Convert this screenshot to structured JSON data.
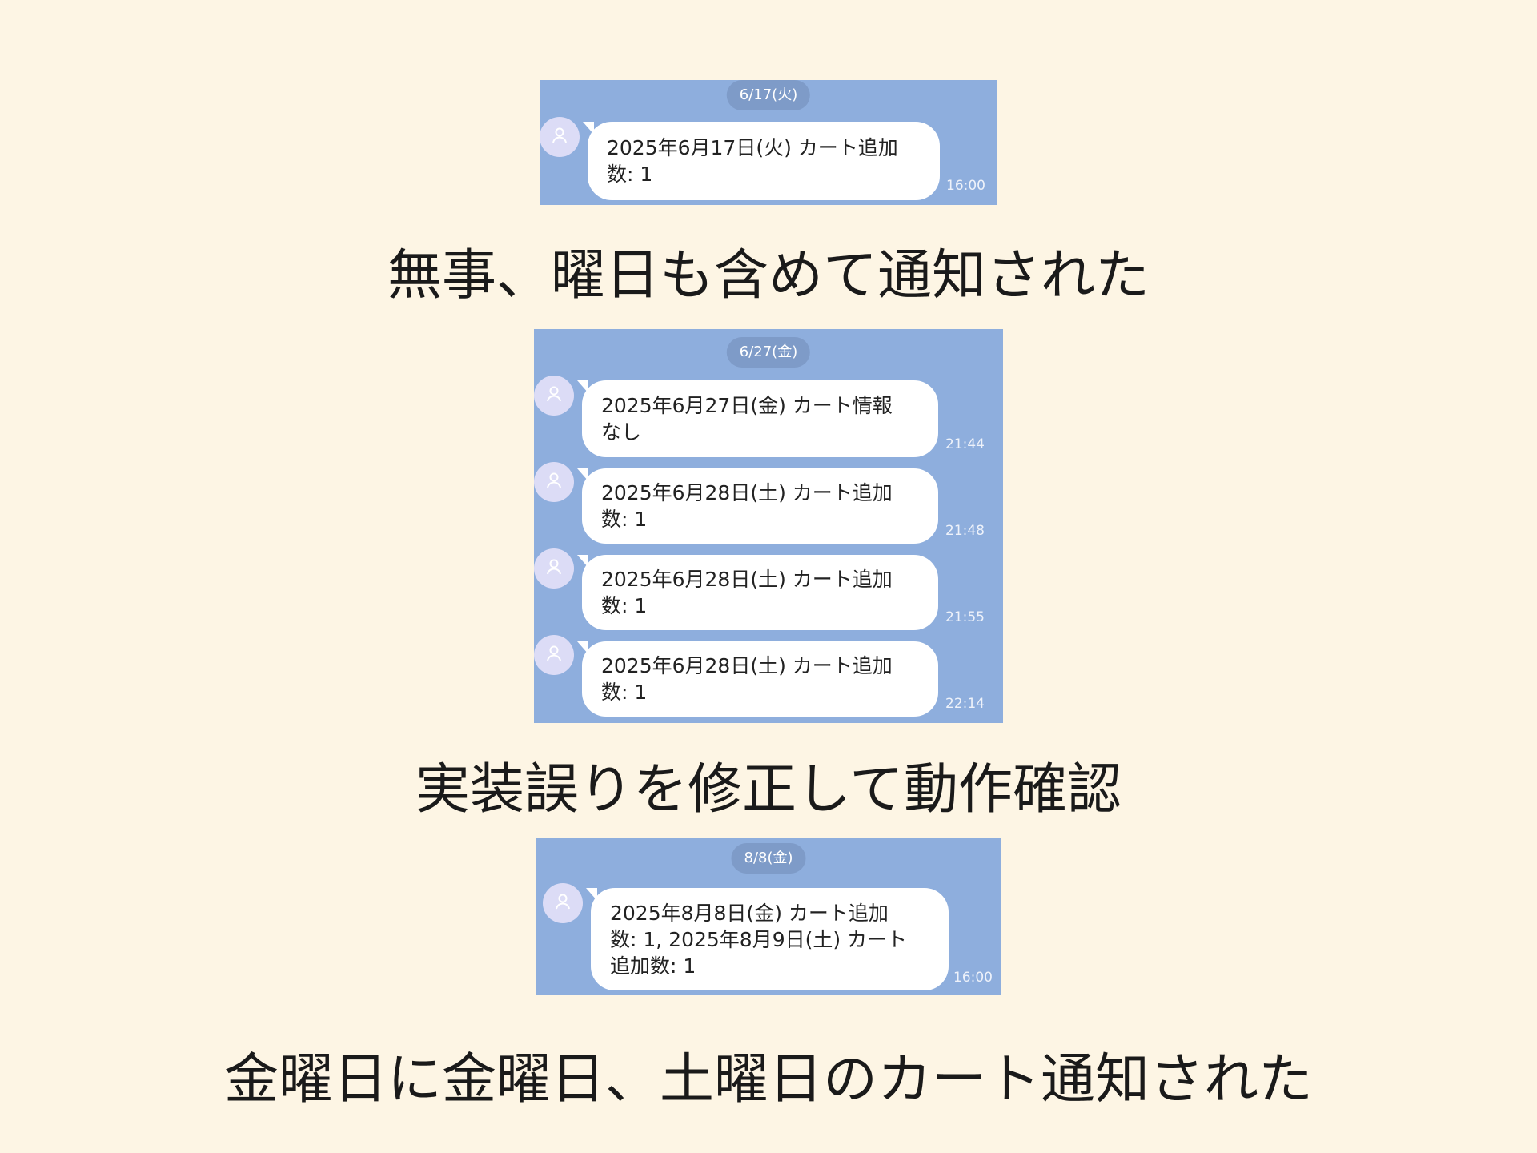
{
  "screens": [
    {
      "date": "6/17(火)",
      "messages": [
        {
          "lines": [
            "2025年6月17日(火) カート追加",
            "数: 1"
          ],
          "time": "16:00"
        }
      ]
    },
    {
      "date": "6/27(金)",
      "messages": [
        {
          "lines": [
            "2025年6月27日(金) カート情報",
            "なし"
          ],
          "time": "21:44"
        },
        {
          "lines": [
            "2025年6月28日(土) カート追加",
            "数: 1"
          ],
          "time": "21:48"
        },
        {
          "lines": [
            "2025年6月28日(土) カート追加",
            "数: 1"
          ],
          "time": "21:55"
        },
        {
          "lines": [
            "2025年6月28日(土) カート追加",
            "数: 1"
          ],
          "time": "22:14"
        }
      ]
    },
    {
      "date": "8/8(金)",
      "messages": [
        {
          "lines": [
            "2025年8月8日(金) カート追加",
            "数: 1, 2025年8月9日(土) カート",
            "追加数: 1"
          ],
          "time": "16:00"
        }
      ]
    }
  ],
  "captions": [
    "無事、曜日も含めて通知された",
    "実装誤りを修正して動作確認",
    "金曜日に金曜日、土曜日のカート通知された"
  ],
  "colors": {
    "page_bg": "#fdf5e4",
    "chat_bg": "#8eaedd",
    "date_pill_bg": "#7e9bc8",
    "avatar_bg": "#dcdcf6",
    "bubble_bg": "#ffffff"
  },
  "icons": {
    "avatar": "person-icon"
  }
}
